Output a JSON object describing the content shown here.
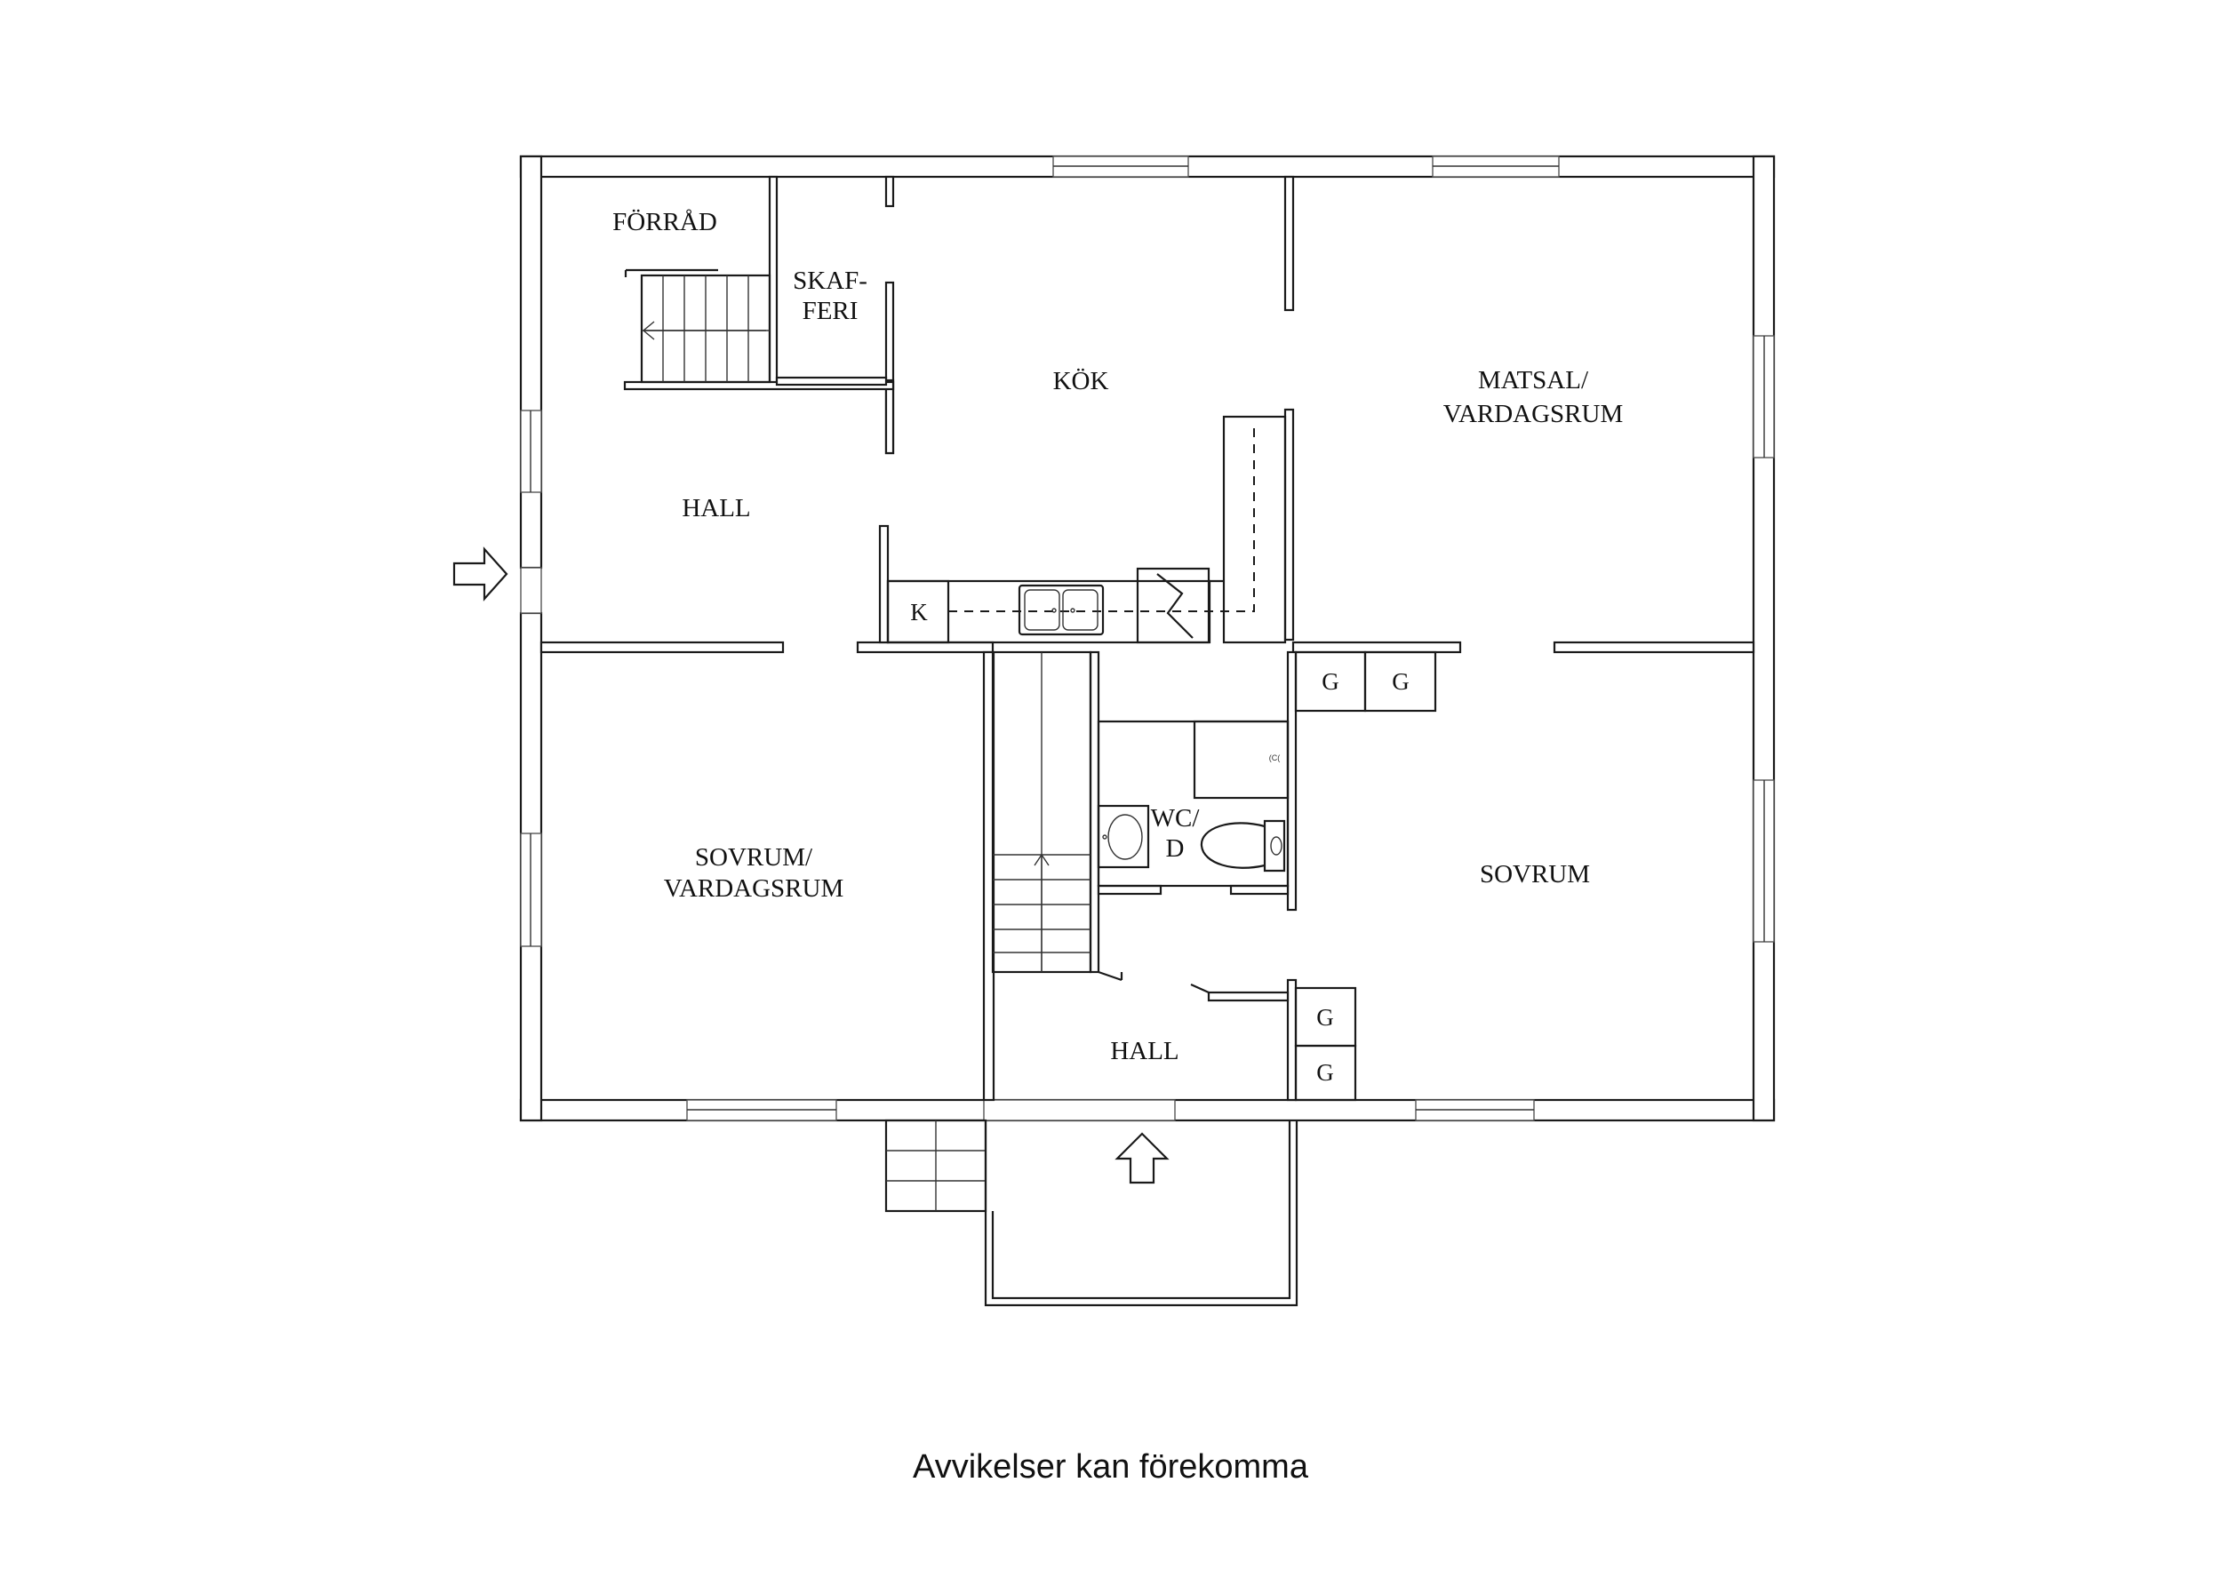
{
  "rooms": {
    "forrad": "FÖRRÅD",
    "skafferi_line1": "SKAF-",
    "skafferi_line2": "FERI",
    "kok": "KÖK",
    "matsal_line1": "MATSAL/",
    "matsal_line2": "VARDAGSRUM",
    "hall_upper": "HALL",
    "sovrum_vardagsrum_line1": "SOVRUM/",
    "sovrum_vardagsrum_line2": "VARDAGSRUM",
    "wc_line1": "WC/",
    "wc_line2": "D",
    "sovrum": "SOVRUM",
    "hall_lower": "HALL"
  },
  "fixtures": {
    "k_label": "K",
    "g1": "G",
    "g2": "G",
    "g3": "G",
    "g4": "G"
  },
  "disclaimer": "Avvikelser kan förekomma"
}
